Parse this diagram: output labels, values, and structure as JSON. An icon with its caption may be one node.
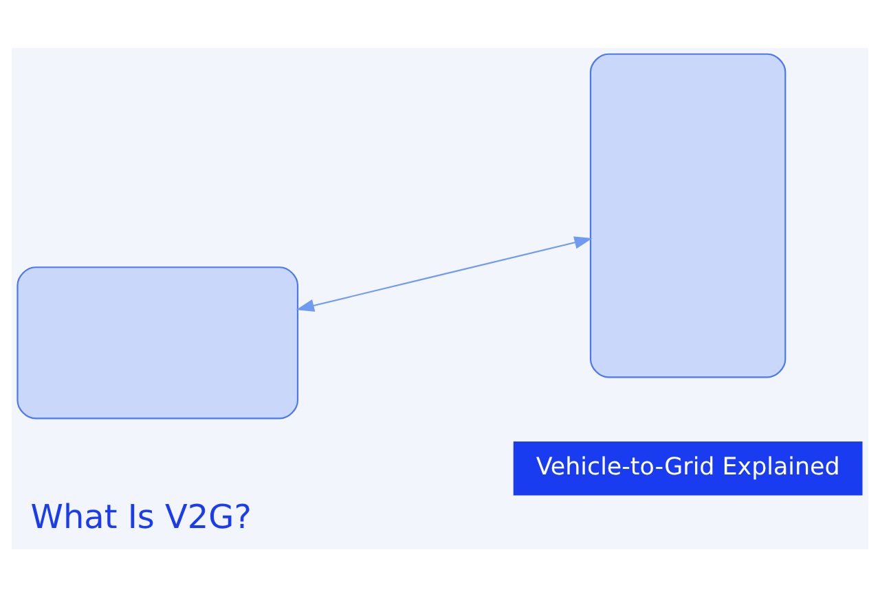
{
  "diagram": {
    "title": "What Is V2G?",
    "nodes": [
      {
        "text": [],
        "shape": "box"
      },
      {
        "text": [],
        "shape": "box"
      }
    ],
    "edges": [
      {
        "from": 0,
        "to": 1,
        "arrow": "both"
      }
    ],
    "labels": [
      "Vehicle-to-Grid Explained"
    ]
  }
}
